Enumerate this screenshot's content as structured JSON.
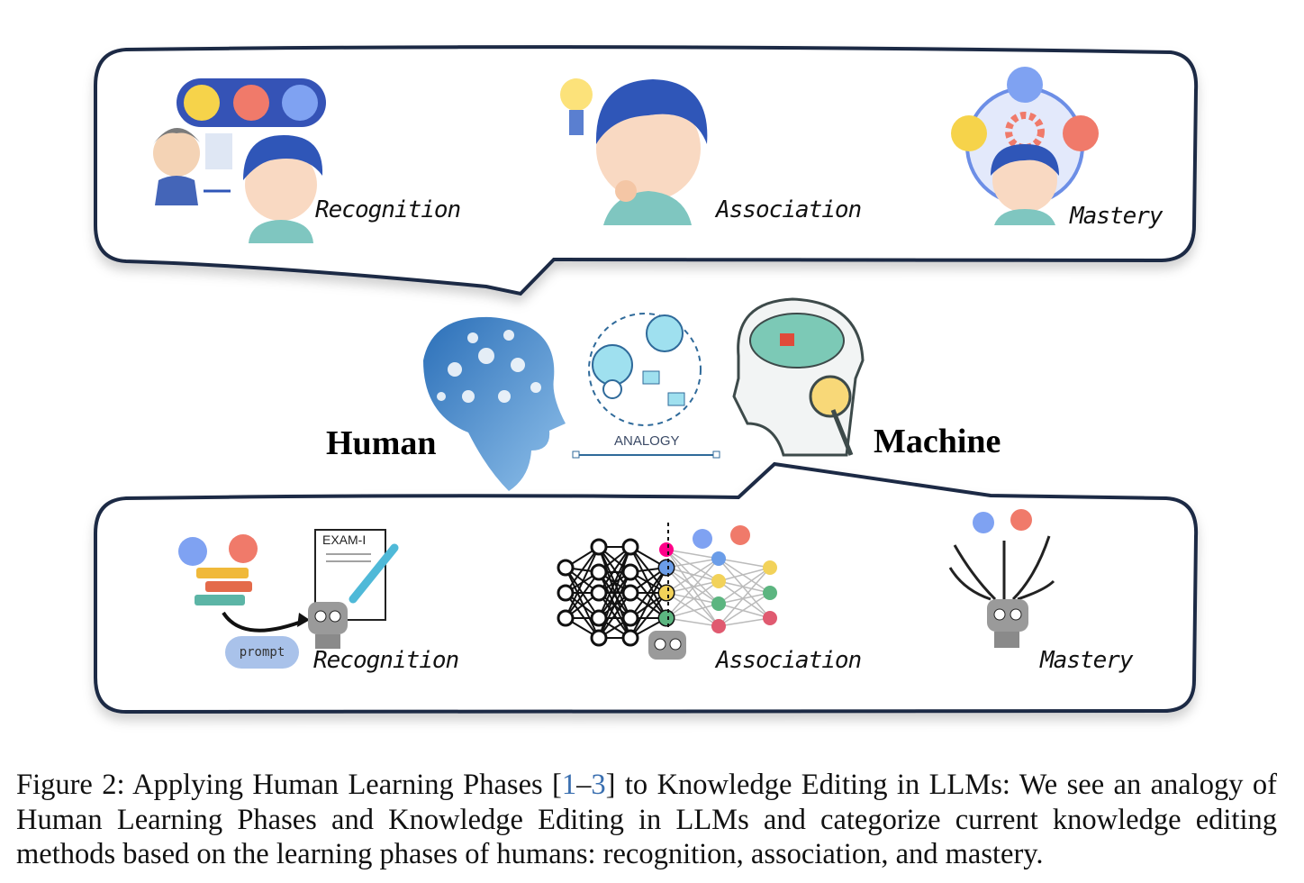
{
  "figure": {
    "human_phases": {
      "recognition": "Recognition",
      "association": "Association",
      "mastery": "Mastery"
    },
    "machine_phases": {
      "recognition": "Recognition",
      "association": "Association",
      "mastery": "Mastery",
      "prompt_label": "prompt",
      "exam_label": "EXAM-I"
    },
    "center": {
      "human_label": "Human",
      "machine_label": "Machine",
      "analogy_label": "ANALOGY"
    },
    "colors": {
      "bubble_stroke": "#1f2a44",
      "happy_face": "#f6d34a",
      "angry_face": "#f07a6a",
      "sad_face": "#7fa2f2",
      "hair": "#2f56b8",
      "brain_blue": "#3d7fc4"
    }
  },
  "caption": {
    "prefix": "Figure 2: Applying Human Learning Phases [",
    "cite_start": "1",
    "cite_sep": "–",
    "cite_end": "3",
    "suffix": "] to Knowledge Editing in LLMs: We see an analogy of Human Learning Phases and Knowledge Editing in LLMs and categorize current knowledge editing methods based on the learning phases of humans: recognition, association, and mastery."
  }
}
